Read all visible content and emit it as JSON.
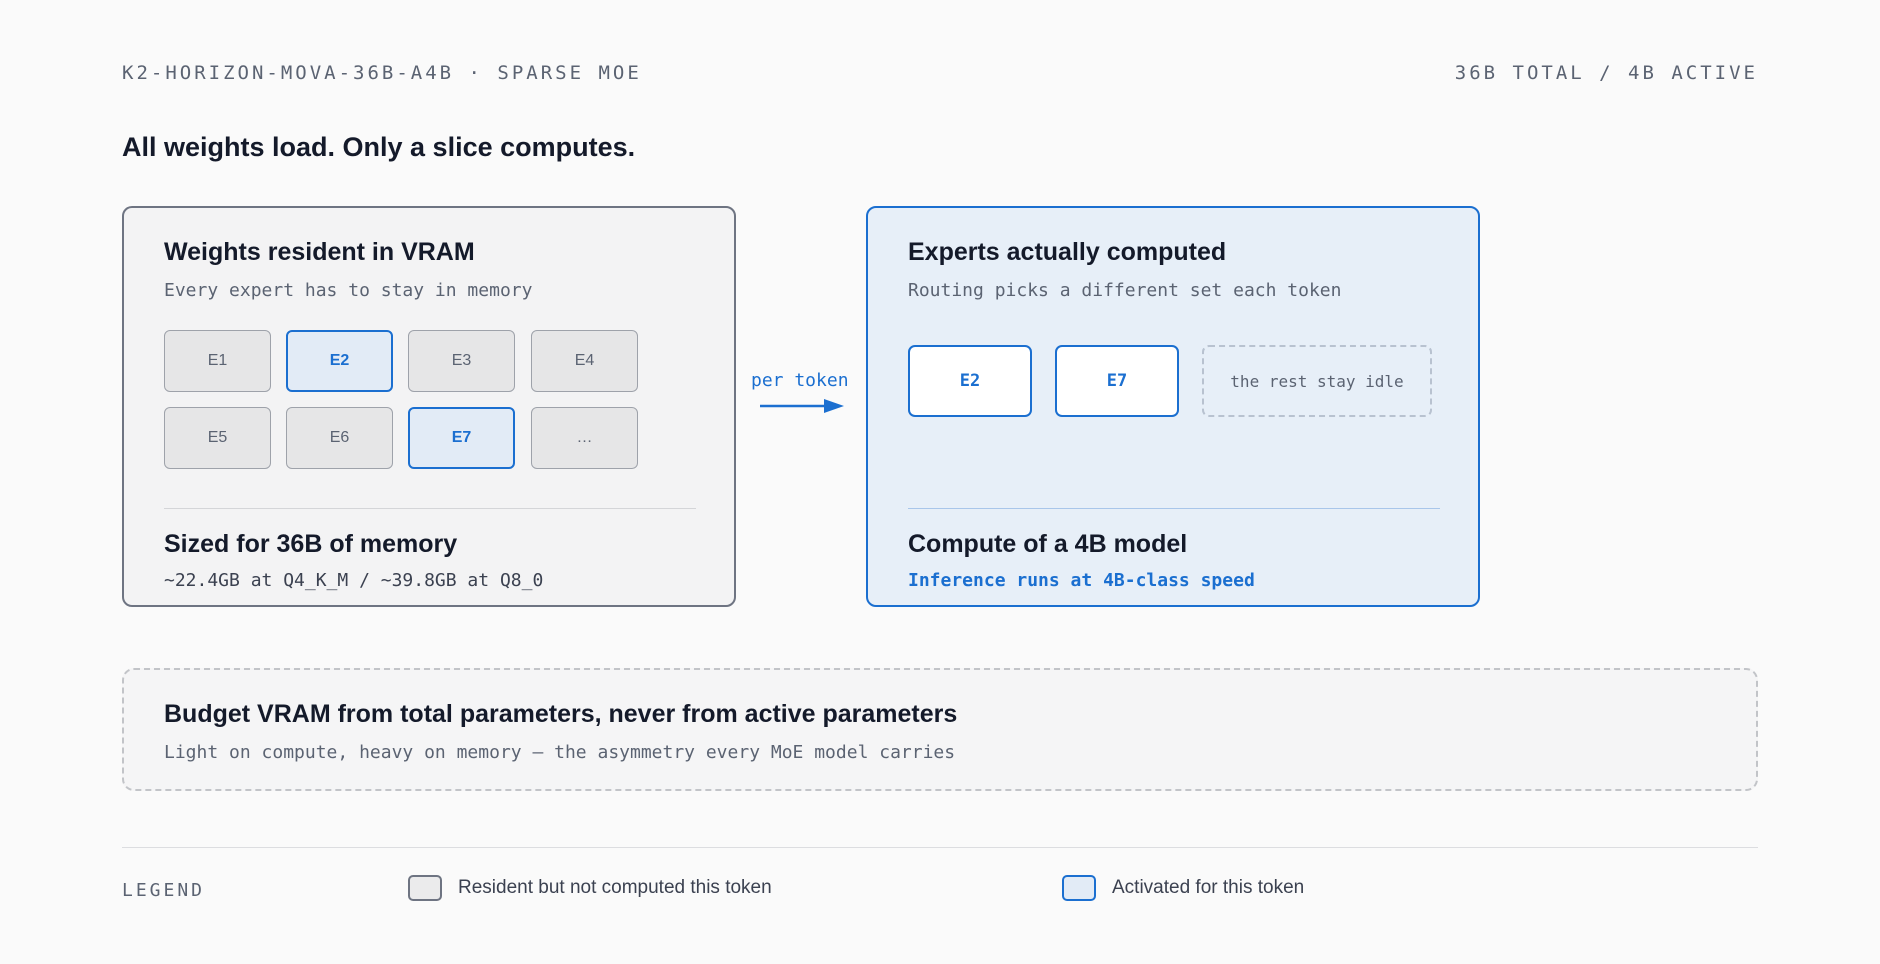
{
  "header": {
    "model_name": "K2-HORIZON-MOVA-36B-A4B · SPARSE MOE",
    "param_summary": "36B TOTAL / 4B ACTIVE"
  },
  "headline": "All weights load. Only a slice computes.",
  "resident_panel": {
    "title": "Weights resident in VRAM",
    "subtitle": "Every expert has to stay in memory",
    "experts": [
      {
        "label": "E1",
        "active": false
      },
      {
        "label": "E2",
        "active": true
      },
      {
        "label": "E3",
        "active": false
      },
      {
        "label": "E4",
        "active": false
      },
      {
        "label": "E5",
        "active": false
      },
      {
        "label": "E6",
        "active": false
      },
      {
        "label": "E7",
        "active": true
      },
      {
        "label": "…",
        "active": false
      }
    ],
    "footer_title": "Sized for 36B of memory",
    "footer_sub": "~22.4GB at Q4_K_M / ~39.8GB at Q8_0"
  },
  "arrow_label": "per token",
  "computed_panel": {
    "title": "Experts actually computed",
    "subtitle": "Routing picks a different set each token",
    "experts": [
      "E2",
      "E7"
    ],
    "idle_label": "the rest stay idle",
    "footer_title": "Compute of a 4B model",
    "footer_sub": "Inference runs at 4B-class speed"
  },
  "note": {
    "title": "Budget VRAM from total parameters, never from active parameters",
    "subtitle": "Light on compute, heavy on memory — the asymmetry every MoE model carries"
  },
  "legend": {
    "title": "LEGEND",
    "items": [
      {
        "label": "Resident but not computed this token",
        "kind": "resident"
      },
      {
        "label": "Activated for this token",
        "kind": "active"
      }
    ]
  },
  "colors": {
    "accent": "#1b6fd0",
    "inactive_border": "#9ea2aa",
    "text_primary": "#141a2a",
    "text_muted": "#5b6372"
  }
}
